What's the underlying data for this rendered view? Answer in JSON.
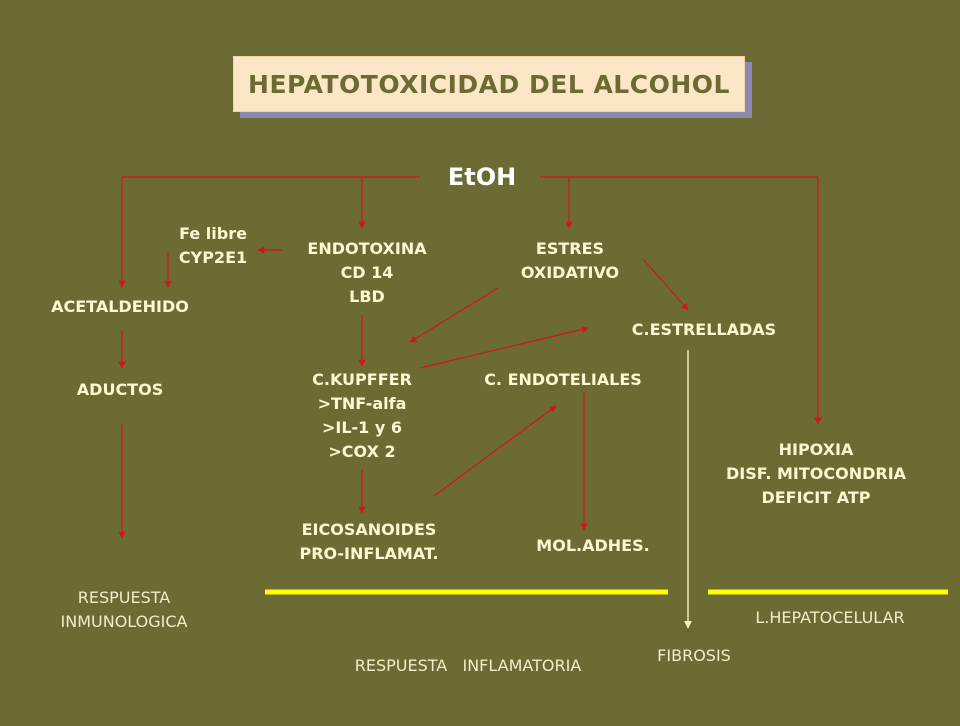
{
  "title": "HEPATOTOXICIDAD DEL ALCOHOL",
  "colors": {
    "background": "#6b6b33",
    "title_box": "#fbe7c6",
    "arrows": "#d4141c",
    "bars": "#ffff00",
    "text": "#fff7d0"
  },
  "nodes": {
    "etoh": "EtOH",
    "fe_libre": [
      "Fe libre",
      "CYP2E1"
    ],
    "endotoxina": [
      "ENDOTOXINA",
      "CD 14",
      "LBD"
    ],
    "estres": [
      "ESTRES",
      "OXIDATIVO"
    ],
    "acetaldehido": "ACETALDEHIDO",
    "estrelladas": "C.ESTRELLADAS",
    "aductos": "ADUCTOS",
    "kupffer": [
      "C.KUPFFER",
      ">TNF-alfa",
      ">IL-1 y  6",
      ">COX 2"
    ],
    "endoteliales": "C. ENDOTELIALES",
    "hipoxia": [
      "HIPOXIA",
      "DISF. MITOCONDRIA",
      "DEFICIT ATP"
    ],
    "eicosanoides": [
      "EICOSANOIDES",
      "PRO-INFLAMAT."
    ],
    "mol_adhes": "MOL.ADHES.",
    "respuesta_inmunologica": [
      "RESPUESTA",
      "INMUNOLOGICA"
    ],
    "respuesta_inflamatoria": "RESPUESTA   INFLAMATORIA",
    "l_hepatocelular": "L.HEPATOCELULAR",
    "fibrosis": "FIBROSIS"
  }
}
